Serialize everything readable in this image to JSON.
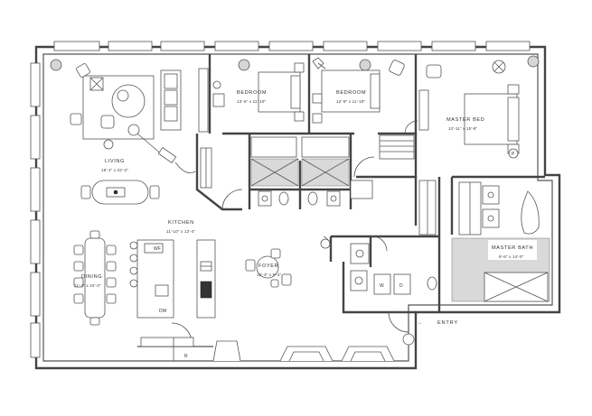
{
  "plan": {
    "rooms": {
      "living": {
        "name": "LIVING",
        "dims": "19'-1\" x 22'-2\""
      },
      "bedroom1": {
        "name": "BEDROOM",
        "dims": "13'-6\" x 11'-10\""
      },
      "bedroom2": {
        "name": "BEDROOM",
        "dims": "12'-9\" x 11'-10\""
      },
      "master_bed": {
        "name": "MASTER BED",
        "dims": "12'-11\" x 15'-8\""
      },
      "kitchen": {
        "name": "KITCHEN",
        "dims": "11'-10\" x 12'-4\""
      },
      "dining": {
        "name": "DINING",
        "dims": "11'-2\" x 10'-3\""
      },
      "foyer": {
        "name": "FOYER",
        "dims": "12'-3\" x 9'-4\""
      },
      "master_bath": {
        "name": "MASTER BATH",
        "dims": "9'-6\" x 14'-0\""
      }
    },
    "entry": {
      "label": "ENTRY",
      "arrow": "←"
    },
    "appliances": {
      "washer": "W",
      "dryer": "D",
      "dishwasher": "DW",
      "wine_fridge": "WF",
      "refrigerator": "R",
      "pantry_marker": "P"
    },
    "colors": {
      "walls": "#444444",
      "tile": "#d9d9d9",
      "background": "#ffffff"
    }
  }
}
